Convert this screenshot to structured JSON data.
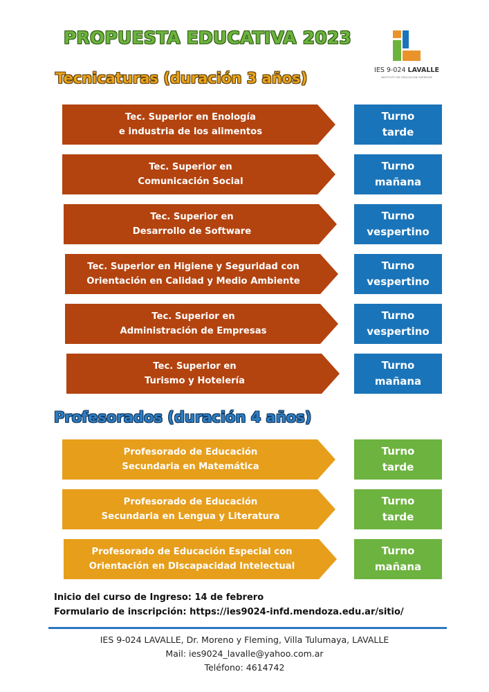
{
  "header": {
    "title": "PROPUESTA EDUCATIVA 2023",
    "logo": {
      "name_prefix": "IES 9-024 ",
      "name_bold": "LAVALLE",
      "subtitle": "INSTITUTO DE EDUCACIÓN SUPERIOR",
      "colors": {
        "orange": "#e9932a",
        "green": "#6cb33e",
        "blue": "#1a74b9"
      }
    }
  },
  "tecnicaturas": {
    "title": "Tecnicaturas (duración 3 años)",
    "items": [
      {
        "line1": "Tec. Superior en Enología",
        "line2": "e industria de los alimentos",
        "turno1": "Turno",
        "turno2": "tarde"
      },
      {
        "line1": "Tec. Superior en",
        "line2": "Comunicación Social",
        "turno1": "Turno",
        "turno2": "mañana"
      },
      {
        "line1": "Tec. Superior en",
        "line2": "Desarrollo de Software",
        "turno1": "Turno",
        "turno2": "vespertino"
      },
      {
        "line1": "Tec. Superior en Higiene y Seguridad con",
        "line2": "Orientación en Calidad y Medio Ambiente",
        "turno1": "Turno",
        "turno2": "vespertino"
      },
      {
        "line1": "Tec. Superior en",
        "line2": "Administración de Empresas",
        "turno1": "Turno",
        "turno2": "vespertino"
      },
      {
        "line1": "Tec. Superior en",
        "line2": "Turismo y Hotelería",
        "turno1": "Turno",
        "turno2": "mañana"
      }
    ]
  },
  "profesorados": {
    "title": "Profesorados (duración 4 años)",
    "items": [
      {
        "line1": "Profesorado de Educación",
        "line2": "Secundaria en Matemática",
        "turno1": "Turno",
        "turno2": "tarde"
      },
      {
        "line1": "Profesorado de Educación",
        "line2": "Secundaria en Lengua y Literatura",
        "turno1": "Turno",
        "turno2": "tarde"
      },
      {
        "line1": "Profesorado de Educación Especial con",
        "line2": "Orientación en DIscapacidad Intelectual",
        "turno1": "Turno",
        "turno2": "mañana"
      }
    ]
  },
  "info": {
    "ingreso": "Inicio del curso de Ingreso: 14 de febrero",
    "formulario": "Formulario de inscripción: https://ies9024-infd.mendoza.edu.ar/sitio/"
  },
  "footer": {
    "address": "IES 9-024 LAVALLE, Dr. Moreno y Fleming, Villa Tulumaya, LAVALLE",
    "mail": "Mail: ies9024_lavalle@yahoo.com.ar",
    "phone": "Teléfono: 4614742"
  },
  "colors": {
    "title_green": "#6cb33e",
    "tec_arrow": "#b3430f",
    "prof_arrow": "#e69e1b",
    "turno_tec": "#1a74b9",
    "turno_prof": "#6db33f",
    "divider": "#2b78c0"
  }
}
